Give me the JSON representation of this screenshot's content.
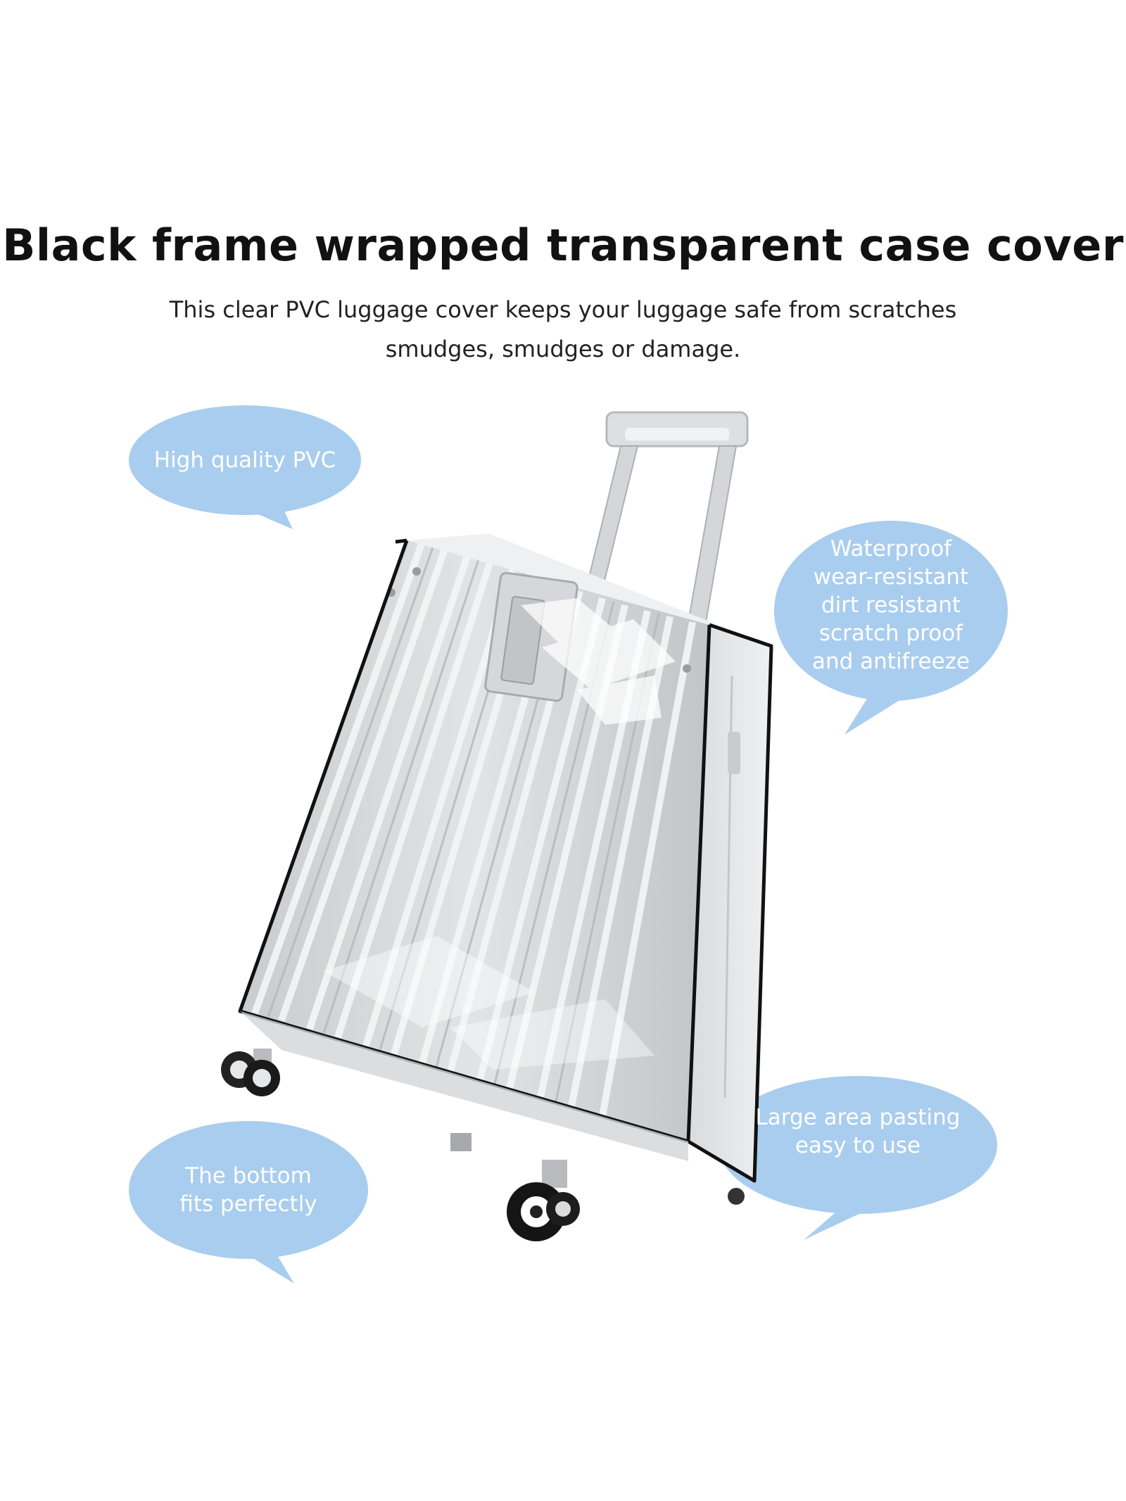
{
  "header": {
    "title": "Black frame wrapped transparent case cover",
    "subtitle_line1": "This clear PVC luggage cover keeps your luggage safe from scratches",
    "subtitle_line2": "smudges, smudges or damage."
  },
  "callouts": {
    "pvc": {
      "lines": [
        "High quality PVC"
      ]
    },
    "waterproof": {
      "lines": [
        "Waterproof",
        "wear-resistant",
        "dirt resistant",
        "scratch proof",
        "and antifreeze"
      ]
    },
    "pasting": {
      "lines": [
        "Large area pasting",
        "easy to use"
      ]
    },
    "bottom": {
      "lines": [
        "The bottom",
        "fits perfectly"
      ]
    }
  },
  "colors": {
    "bubble": "#a9cdee",
    "bubble_text": "#ffffff",
    "frame": "#111111"
  }
}
